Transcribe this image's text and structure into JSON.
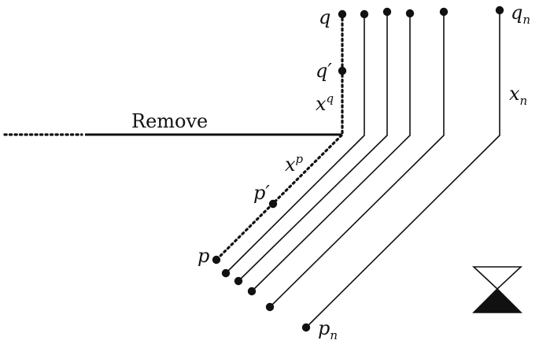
{
  "labels": {
    "q": "q",
    "q_prime": "q′",
    "xq_base": "x",
    "xq_sup": "q",
    "remove": "Remove",
    "xp_base": "x",
    "xp_sup": "p",
    "p_prime": "p′",
    "p": "p",
    "qn_base": "q",
    "qn_sub": "n",
    "xn_base": "x",
    "xn_sub": "n",
    "pn_base": "p",
    "pn_sub": "n"
  },
  "icons": {
    "hourglass": "hourglass-icon"
  },
  "colors": {
    "ink": "#111111",
    "background": "#ffffff"
  }
}
